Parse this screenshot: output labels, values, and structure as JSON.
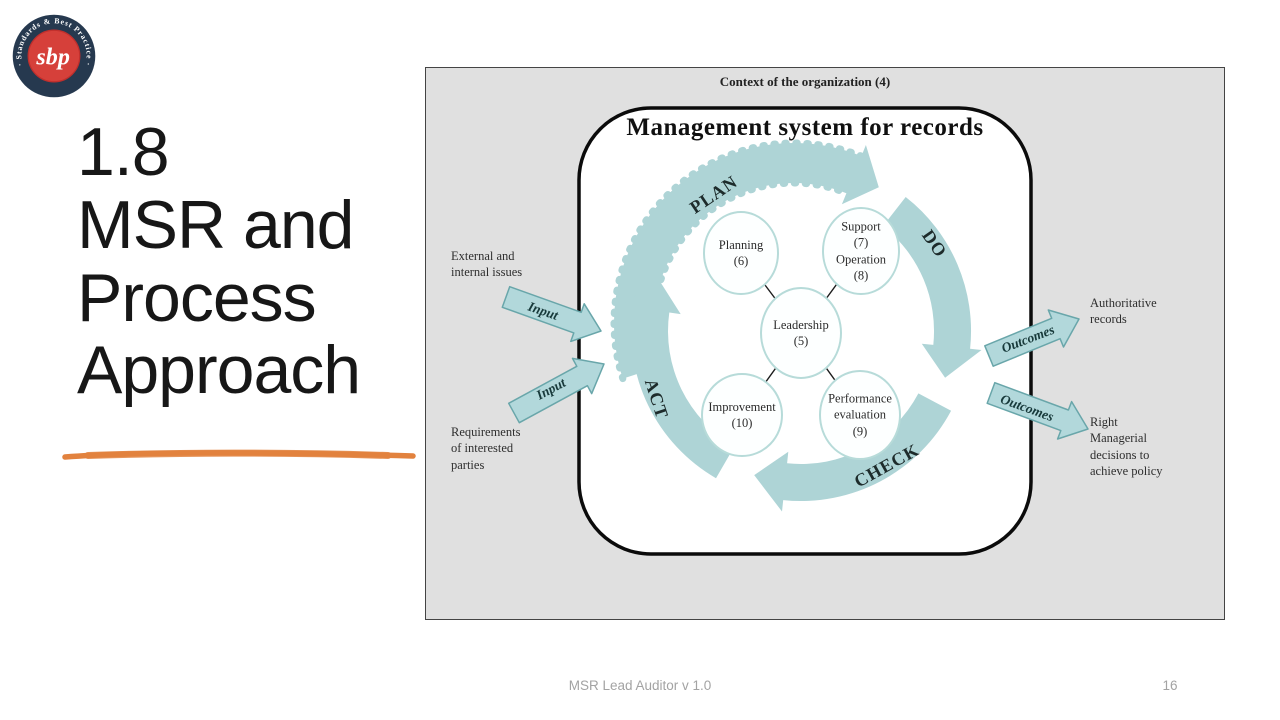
{
  "logo": {
    "ring_text": "· Standards & Best Practice ·",
    "center_text": "sbp"
  },
  "title": {
    "text": "1.8\nMSR and\nProcess\nApproach"
  },
  "footer": {
    "version": "MSR Lead Auditor v 1.0",
    "page": "16"
  },
  "diagram": {
    "context": "Context of the organization (4)",
    "box_title": "Management system for records",
    "cycle": {
      "plan": "PLAN",
      "do": "DO",
      "check": "CHECK",
      "act": "ACT"
    },
    "nodes": {
      "planning": "Planning\n(6)",
      "support": "Support\n(7)\nOperation\n(8)",
      "leadership": "Leadership\n(5)",
      "improvement": "Improvement\n(10)",
      "performance": "Performance\nevaluation\n(9)"
    },
    "left": {
      "external": "External and\ninternal issues",
      "requirements": "Requirements\nof interested\nparties",
      "input1": "Input",
      "input2": "Input"
    },
    "right": {
      "outcomes1": "Outcomes",
      "outcomes2": "Outcomes",
      "authoritative": "Authoritative\nrecords",
      "managerial": "Right\nManagerial\ndecisions to\nachieve policy"
    }
  },
  "colors": {
    "teal_band": "#aed4d6",
    "arrow_fill": "#b2d8db",
    "arrow_stroke": "#69a6aa",
    "ellipse_stroke": "#b7dbd9",
    "panel_gray": "#e0e0e0",
    "underline_orange": "#e2823e",
    "logo_navy": "#26394f",
    "logo_red": "#d6403a"
  }
}
